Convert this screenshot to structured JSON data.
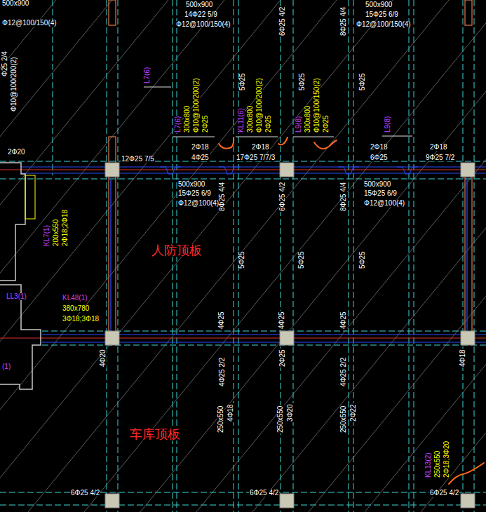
{
  "diagram": {
    "labels": [
      "500x900",
      "Φ12@100/150(4)",
      "Φ25 2/4",
      "Φ10@100/200(2)",
      "500x900",
      "14Φ22 5/9",
      "Φ12@100/150(4)",
      "500x900",
      "15Φ25 6/9",
      "Φ12@100/150(4)",
      "6Φ25 4/2",
      "8Φ25 4/4",
      "L7(6)",
      "5Φ25",
      "5Φ25",
      "5Φ25",
      "L7(6)",
      "300x800",
      "Φ10@100/200(2)",
      "2Φ25",
      "KL11(6)",
      "300x800",
      "Φ10@100/200(2)",
      "2Φ25",
      "L9(8)",
      "300x800",
      "Φ10@100/150(2)",
      "2Φ25",
      "L9(8)",
      "2Φ20",
      "12Φ25 7/5",
      "2Φ18",
      "4Φ25",
      "2Φ18",
      "17Φ25 7/7/3",
      "2Φ18",
      "6Φ25",
      "2Φ18",
      "9Φ25 7/2",
      "500x900",
      "15Φ25 6/9",
      "Φ12@100(4)",
      "8Φ25 4/4",
      "6Φ25 4/2",
      "8Φ25 4/4",
      "500x900",
      "15Φ25 6/9",
      "Φ12@100(4)",
      "KL7(1)",
      "200x550",
      "2Φ18;2Φ18",
      "人防顶板",
      "5Φ25",
      "5Φ25",
      "5Φ25",
      "LL3(1)",
      "KL48(1)",
      "380x780",
      "3Φ18;3Φ18",
      "4Φ25",
      "4Φ25",
      "4Φ25",
      "4Φ20",
      "4Φ25 2/2",
      "2Φ25",
      "4Φ25 2/2",
      "4Φ18",
      "(1)",
      "250x550",
      "4Φ18",
      "250x550",
      "3Φ20",
      "250x550",
      "2Φ22",
      "车库顶板",
      "KL13(2)",
      "250x550",
      "2Φ18;3Φ20",
      "6Φ25 4/2",
      "6Φ25 4/2",
      "6Φ25 4/2"
    ]
  }
}
